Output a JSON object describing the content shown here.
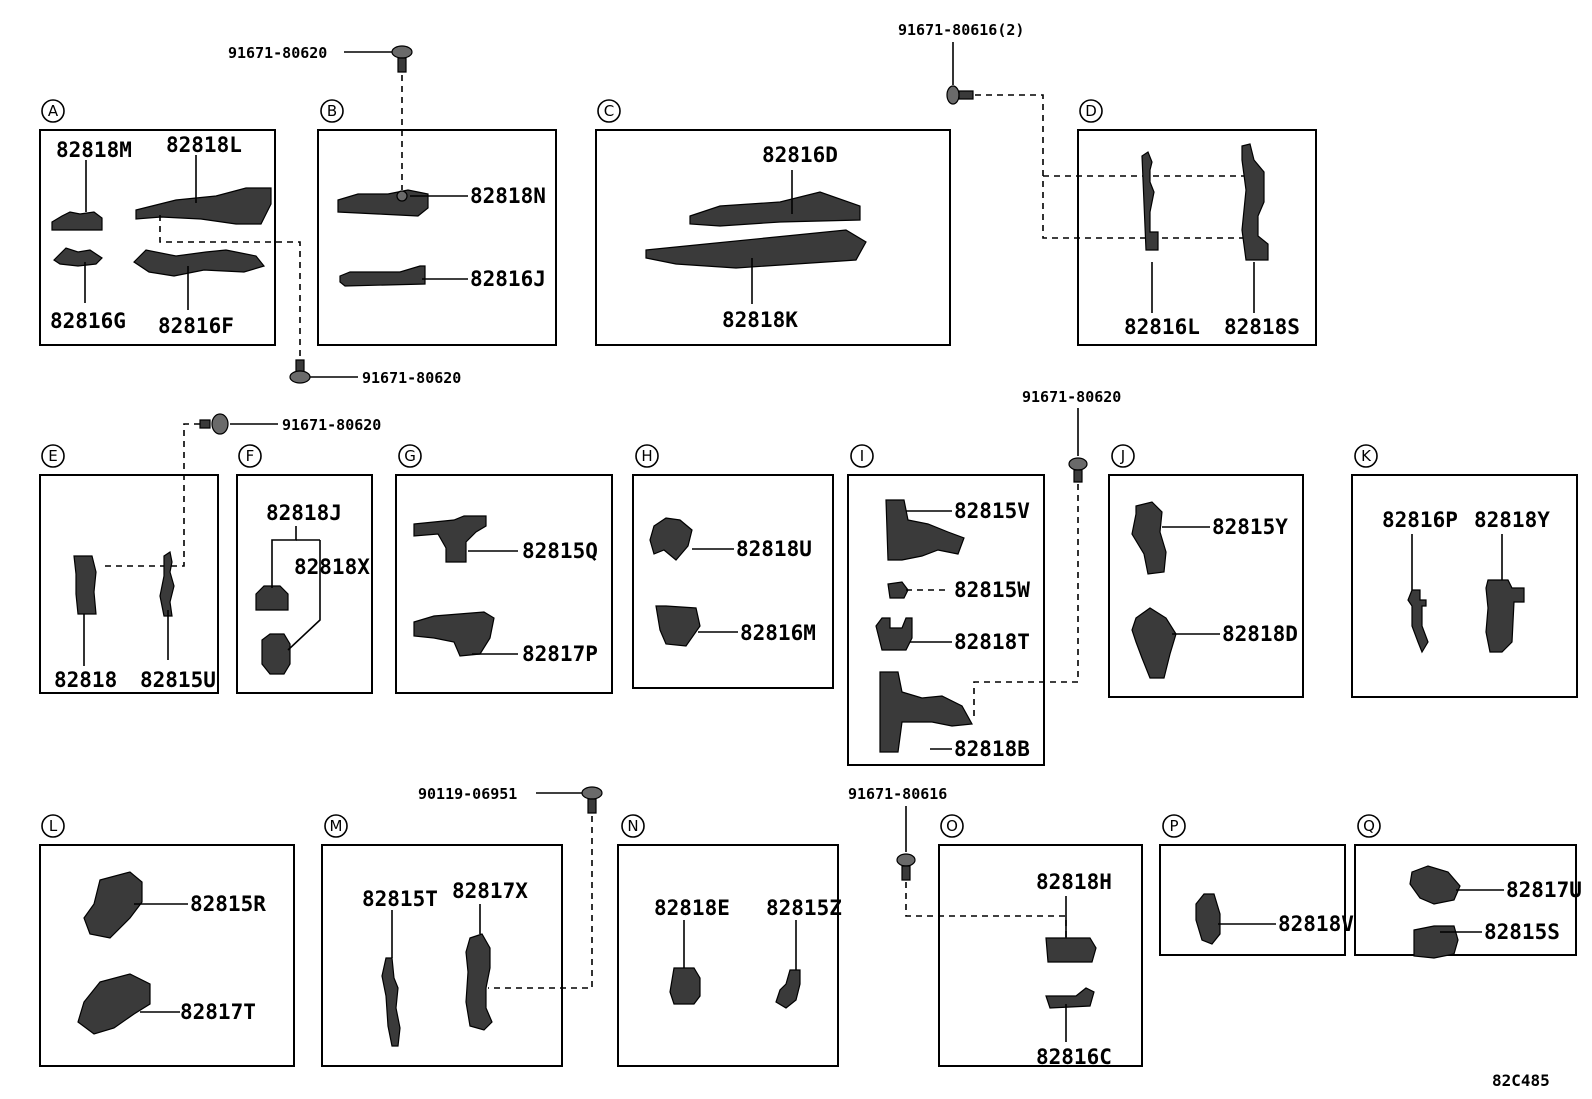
{
  "diagram_code": "82C485",
  "sections": {
    "A": {
      "letter": "A",
      "parts": [
        "82818M",
        "82818L",
        "82816G",
        "82816F"
      ]
    },
    "B": {
      "letter": "B",
      "parts": [
        "82818N",
        "82816J"
      ]
    },
    "C": {
      "letter": "C",
      "parts": [
        "82816D",
        "82818K"
      ]
    },
    "D": {
      "letter": "D",
      "parts": [
        "82816L",
        "82818S"
      ]
    },
    "E": {
      "letter": "E",
      "parts": [
        "82818",
        "82815U"
      ]
    },
    "F": {
      "letter": "F",
      "parts": [
        "82818J",
        "82818X"
      ]
    },
    "G": {
      "letter": "G",
      "parts": [
        "82815Q",
        "82817P"
      ]
    },
    "H": {
      "letter": "H",
      "parts": [
        "82818U",
        "82816M"
      ]
    },
    "I": {
      "letter": "I",
      "parts": [
        "82815V",
        "82815W",
        "82818T",
        "82818B"
      ]
    },
    "J": {
      "letter": "J",
      "parts": [
        "82815Y",
        "82818D"
      ]
    },
    "K": {
      "letter": "K",
      "parts": [
        "82816P",
        "82818Y"
      ]
    },
    "L": {
      "letter": "L",
      "parts": [
        "82815R",
        "82817T"
      ]
    },
    "M": {
      "letter": "M",
      "parts": [
        "82815T",
        "82817X"
      ]
    },
    "N": {
      "letter": "N",
      "parts": [
        "82818E",
        "82815Z"
      ]
    },
    "O": {
      "letter": "O",
      "parts": [
        "82818H",
        "82816C"
      ]
    },
    "P": {
      "letter": "P",
      "parts": [
        "82818V"
      ]
    },
    "Q": {
      "letter": "Q",
      "parts": [
        "82817U",
        "82815S"
      ]
    }
  },
  "fasteners": [
    "91671-80620",
    "91671-80620",
    "91671-80616(2)",
    "91671-80620",
    "91671-80620",
    "90119-06951",
    "91671-80616"
  ]
}
